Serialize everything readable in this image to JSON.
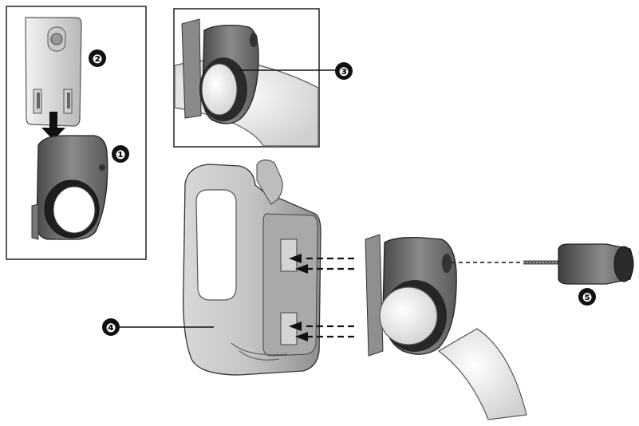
{
  "callouts": [
    {
      "label": "❶"
    },
    {
      "label": "❷"
    },
    {
      "label": "❸"
    },
    {
      "label": "❹"
    },
    {
      "label": "❺"
    }
  ],
  "colors": {
    "metal_light": "#e6e6e6",
    "metal_mid": "#9a9a9a",
    "rubber_dark": "#5a5a5a",
    "outline": "#222222",
    "bar_fill": "#eeeeee"
  },
  "icons": [
    "arrow-down-icon",
    "dashed-arrow-left-icon"
  ]
}
